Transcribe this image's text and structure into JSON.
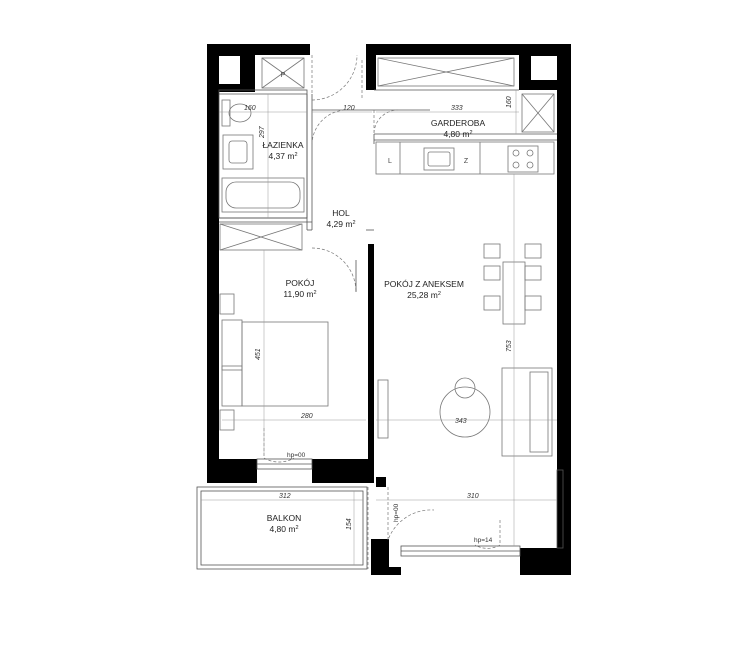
{
  "rooms": {
    "lazienka": {
      "name": "ŁAZIENKA",
      "area": "4,37 m",
      "sup": "2"
    },
    "garderoba": {
      "name": "GARDEROBA",
      "area": "4,80 m",
      "sup": "2"
    },
    "hol": {
      "name": "HOL",
      "area": "4,29 m",
      "sup": "2"
    },
    "pokoj": {
      "name": "POKÓJ",
      "area": "11,90 m",
      "sup": "2"
    },
    "pokoj_aneks": {
      "name": "POKÓJ Z ANEKSEM",
      "area": "25,28 m",
      "sup": "2"
    },
    "balkon": {
      "name": "BALKON",
      "area": "4,80 m",
      "sup": "2"
    }
  },
  "dimensions": {
    "d160_top": "160",
    "d120": "120",
    "d333": "333",
    "d160_vert": "160",
    "d297": "297",
    "d280": "280",
    "d451": "451",
    "d753": "753",
    "d343": "343",
    "d312": "312",
    "d154": "154",
    "d310": "310"
  },
  "notes": {
    "hp_pokoj": "hp=00",
    "hp_balkon": "hp=00",
    "hp_aneks": "hp=14"
  },
  "marks": {
    "p": "P",
    "l": "L",
    "z": "Z"
  }
}
